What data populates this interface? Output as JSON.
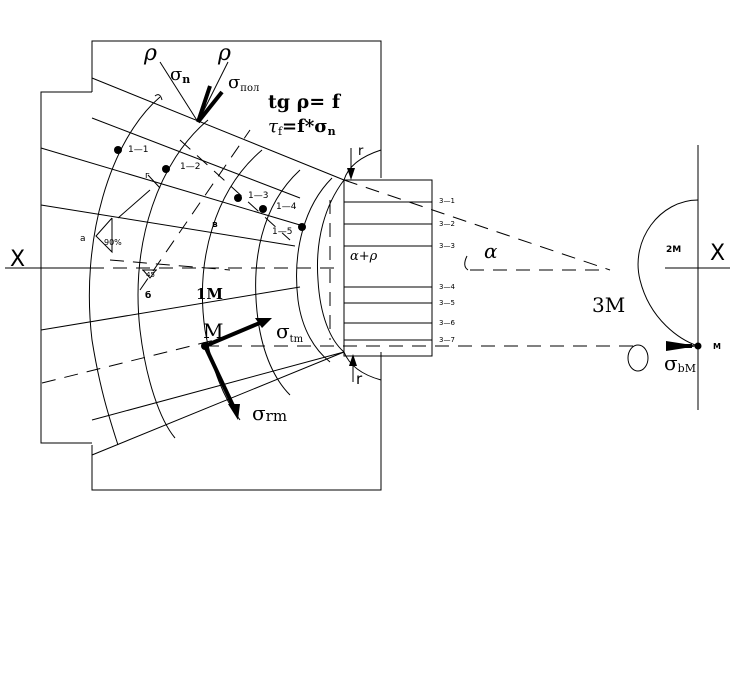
{
  "labels": {
    "rho_left": "ρ",
    "rho_right": "ρ",
    "sigma_n_main": "σ",
    "sigma_n_sub": "n",
    "sigma_pol_main": "σ",
    "sigma_pol_sub": "пол",
    "tg_rho": "tg ρ= f",
    "tau_main": "τ",
    "tau_sub": "f",
    "tau_rest": "=f*σ",
    "tau_rest_sub": "n",
    "r_top": "r",
    "r_bottom": "r",
    "p_1_1": "1—1",
    "p_1_2": "1—2",
    "p_1_3": "1—3",
    "p_1_4": "1—4",
    "p_1_5": "1—5",
    "pt_g": "г",
    "pt_v": "в",
    "pt_a": "а",
    "pt_b": "б",
    "angle_90": "90%",
    "angle_45": "45",
    "alpha_rho": "α+ρ",
    "alpha": "α",
    "zone_1m": "1M",
    "zone_2m": "2M",
    "zone_3m": "3M",
    "x_left": "X",
    "x_right": "X",
    "point_m_big": "M",
    "point_m_small": "M",
    "sigma_tm_main": "σ",
    "sigma_tm_sub": "tm",
    "sigma_rm_main": "σ",
    "sigma_rm_sub": "rm",
    "sigma_bm_main": "σ",
    "sigma_bm_sub": "bM",
    "s_3_1": "3—1",
    "s_3_2": "3—2",
    "s_3_3": "3—3",
    "s_3_4": "3—4",
    "s_3_5": "3—5",
    "s_3_6": "3—6",
    "s_3_7": "3—7"
  }
}
